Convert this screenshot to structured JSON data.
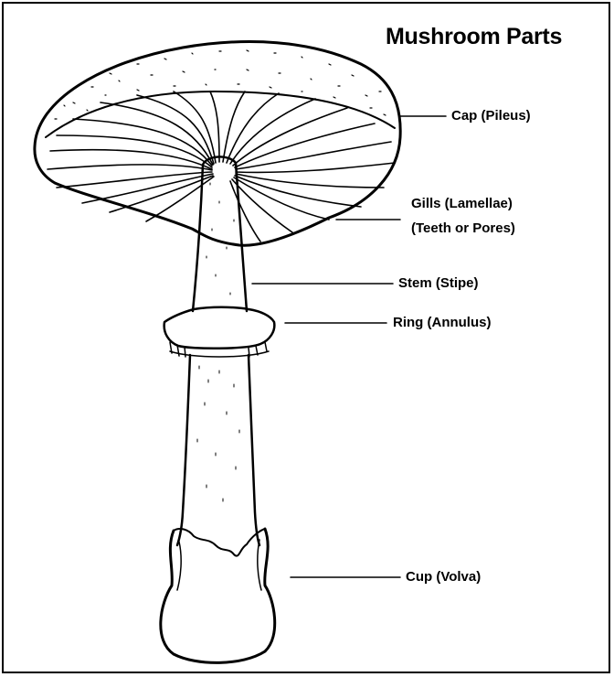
{
  "title": "Mushroom Parts",
  "labels": {
    "cap": "Cap (Pileus)",
    "gills_line1": "Gills (Lamellae)",
    "gills_line2": "(Teeth or Pores)",
    "stem": "Stem (Stipe)",
    "ring": "Ring (Annulus)",
    "cup": "Cup (Volva)"
  }
}
